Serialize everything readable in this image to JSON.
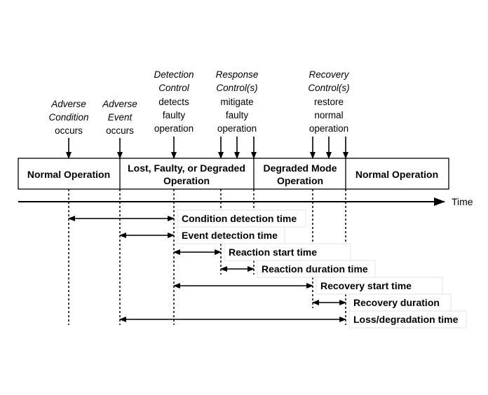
{
  "events": [
    {
      "id": "adverse-condition",
      "line1": "Adverse",
      "line2": "Condition",
      "line3": "occurs"
    },
    {
      "id": "adverse-event",
      "line1": "Adverse",
      "line2": "Event",
      "line3": "occurs"
    },
    {
      "id": "detection-control",
      "line1": "Detection",
      "line2": "Control",
      "line3": "detects",
      "line4": "faulty",
      "line5": "operation"
    },
    {
      "id": "response-control",
      "line1": "Response",
      "line2": "Control(s)",
      "line3": "mitigate",
      "line4": "faulty",
      "line5": "operation"
    },
    {
      "id": "recovery-control",
      "line1": "Recovery",
      "line2": "Control(s)",
      "line3": "restore",
      "line4": "normal",
      "line5": "operation"
    }
  ],
  "phases": [
    {
      "id": "normal-1",
      "line1": "Normal Operation"
    },
    {
      "id": "lost-faulty",
      "line1": "Lost, Faulty, or Degraded",
      "line2": "Operation"
    },
    {
      "id": "degraded-mode",
      "line1": "Degraded Mode",
      "line2": "Operation"
    },
    {
      "id": "normal-2",
      "line1": "Normal Operation"
    }
  ],
  "time_axis_label": "Time",
  "intervals": [
    {
      "id": "condition-detection",
      "label": "Condition detection time"
    },
    {
      "id": "event-detection",
      "label": "Event detection time"
    },
    {
      "id": "reaction-start",
      "label": "Reaction start time"
    },
    {
      "id": "reaction-duration",
      "label": "Reaction duration time"
    },
    {
      "id": "recovery-start",
      "label": "Recovery start time"
    },
    {
      "id": "recovery-duration",
      "label": "Recovery duration"
    },
    {
      "id": "loss-degradation",
      "label": "Loss/degradation time"
    }
  ]
}
